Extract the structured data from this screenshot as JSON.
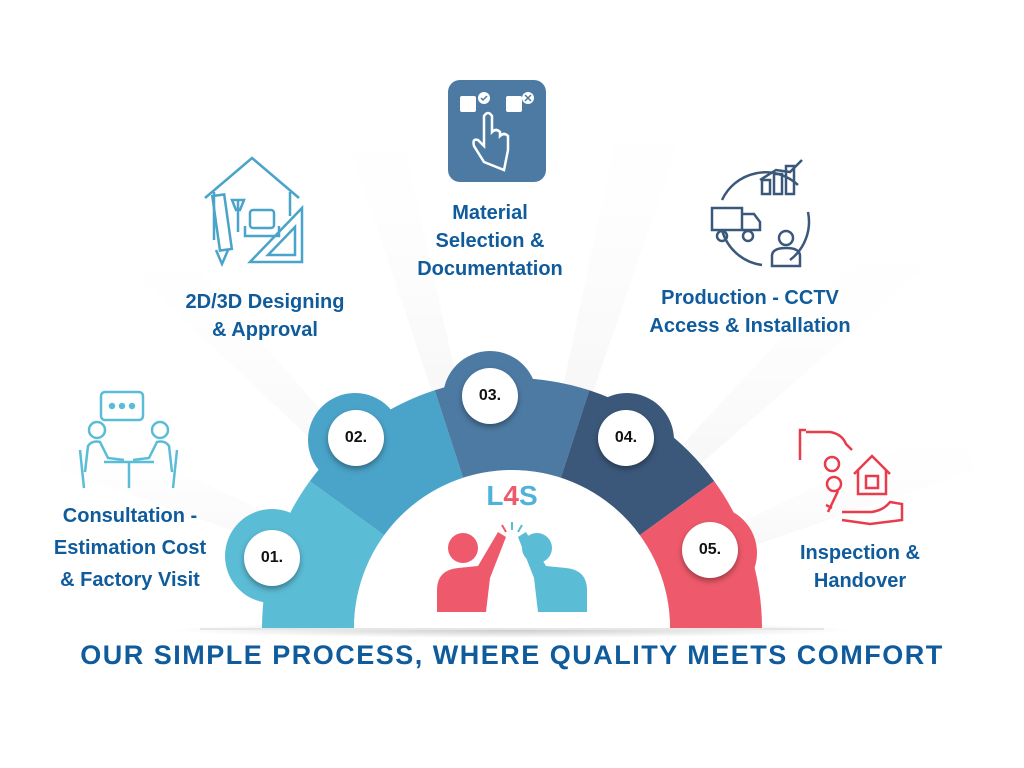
{
  "colors": {
    "step1": "#5bbcd6",
    "step2": "#4aa3c8",
    "step3": "#4d7aa3",
    "step4": "#3b587a",
    "step5": "#ee5a6b",
    "text_blue": "#0f5b9c",
    "brand_blue": "#4fb3d9",
    "brand_red": "#ee5a6b"
  },
  "brand": {
    "part1": "L",
    "part2": "4",
    "part3": "S"
  },
  "steps": [
    {
      "number": "01.",
      "lines": [
        "Consultation -",
        "Estimation Cost",
        "& Factory Visit"
      ],
      "icon": "meeting-icon"
    },
    {
      "number": "02.",
      "lines": [
        "2D/3D Designing",
        "& Approval"
      ],
      "icon": "house-design-icon"
    },
    {
      "number": "03.",
      "lines": [
        "Material",
        "Selection &",
        "Documentation"
      ],
      "icon": "hand-select-icon"
    },
    {
      "number": "04.",
      "lines": [
        "Production - CCTV",
        "Access & Installation"
      ],
      "icon": "production-cycle-icon"
    },
    {
      "number": "05.",
      "lines": [
        "Inspection &",
        "Handover"
      ],
      "icon": "key-handover-icon"
    }
  ],
  "footer": "OUR SIMPLE PROCESS, WHERE QUALITY MEETS COMFORT"
}
